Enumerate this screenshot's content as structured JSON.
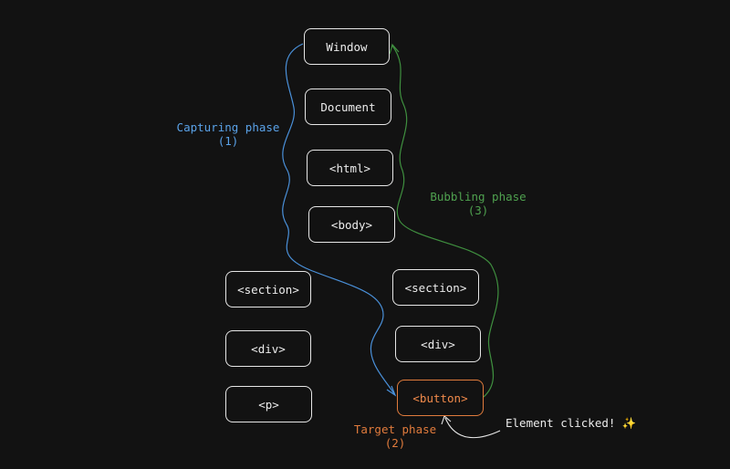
{
  "colors": {
    "capturing": "#4a90d9",
    "bubbling": "#3f8f3f",
    "target": "#e07b3c",
    "node_border": "#e6e6e6",
    "background": "#121212"
  },
  "nodes": {
    "window": "Window",
    "document": "Document",
    "html": "<html>",
    "body": "<body>",
    "section_left": "<section>",
    "div_left": "<div>",
    "p_left": "<p>",
    "section_right": "<section>",
    "div_right": "<div>",
    "button": "<button>"
  },
  "labels": {
    "capturing": {
      "line1": "Capturing phase",
      "line2": "(1)"
    },
    "bubbling": {
      "line1": "Bubbling phase",
      "line2": "(3)"
    },
    "target": {
      "line1": "Target phase",
      "line2": "(2)"
    },
    "element_clicked": "Element clicked! ✨"
  }
}
